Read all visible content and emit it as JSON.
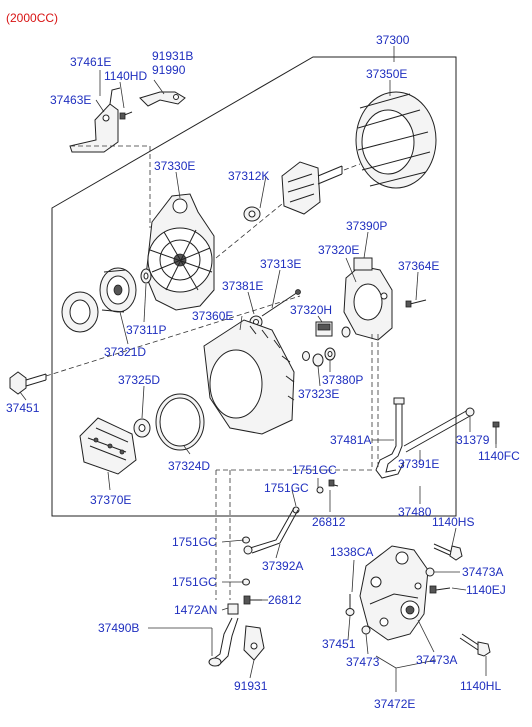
{
  "header": {
    "variant_note": "(2000CC)"
  },
  "labels": {
    "l37300": "37300",
    "l37350E": "37350E",
    "l37461E": "37461E",
    "l91931B": "91931B",
    "l91990": "91990",
    "l1140HD": "1140HD",
    "l37463E": "37463E",
    "l37330E": "37330E",
    "l37312K": "37312K",
    "l37390P": "37390P",
    "l37320E": "37320E",
    "l37364E": "37364E",
    "l37313E": "37313E",
    "l37381E": "37381E",
    "l37320H": "37320H",
    "l37360E": "37360E",
    "l37311P": "37311P",
    "l37321D": "37321D",
    "l37380P": "37380P",
    "l37323E": "37323E",
    "l37325D": "37325D",
    "l37451a": "37451",
    "l37481A": "37481A",
    "l31379": "31379",
    "l1140FC": "1140FC",
    "l37324D": "37324D",
    "l37391E": "37391E",
    "l1751GCa": "1751GC",
    "l1751GCb": "1751GC",
    "l37370E": "37370E",
    "l26812a": "26812",
    "l37480": "37480",
    "l1140HS": "1140HS",
    "l1751GCc": "1751GC",
    "l1338CA": "1338CA",
    "l37392A": "37392A",
    "l37473Aa": "37473A",
    "l1751GCd": "1751GC",
    "l1140EJ": "1140EJ",
    "l1472AN": "1472AN",
    "l26812b": "26812",
    "l37490B": "37490B",
    "l37451b": "37451",
    "l37473": "37473",
    "l37473Ab": "37473A",
    "l91931": "91931",
    "l37472E": "37472E",
    "l1140HL": "1140HL"
  }
}
